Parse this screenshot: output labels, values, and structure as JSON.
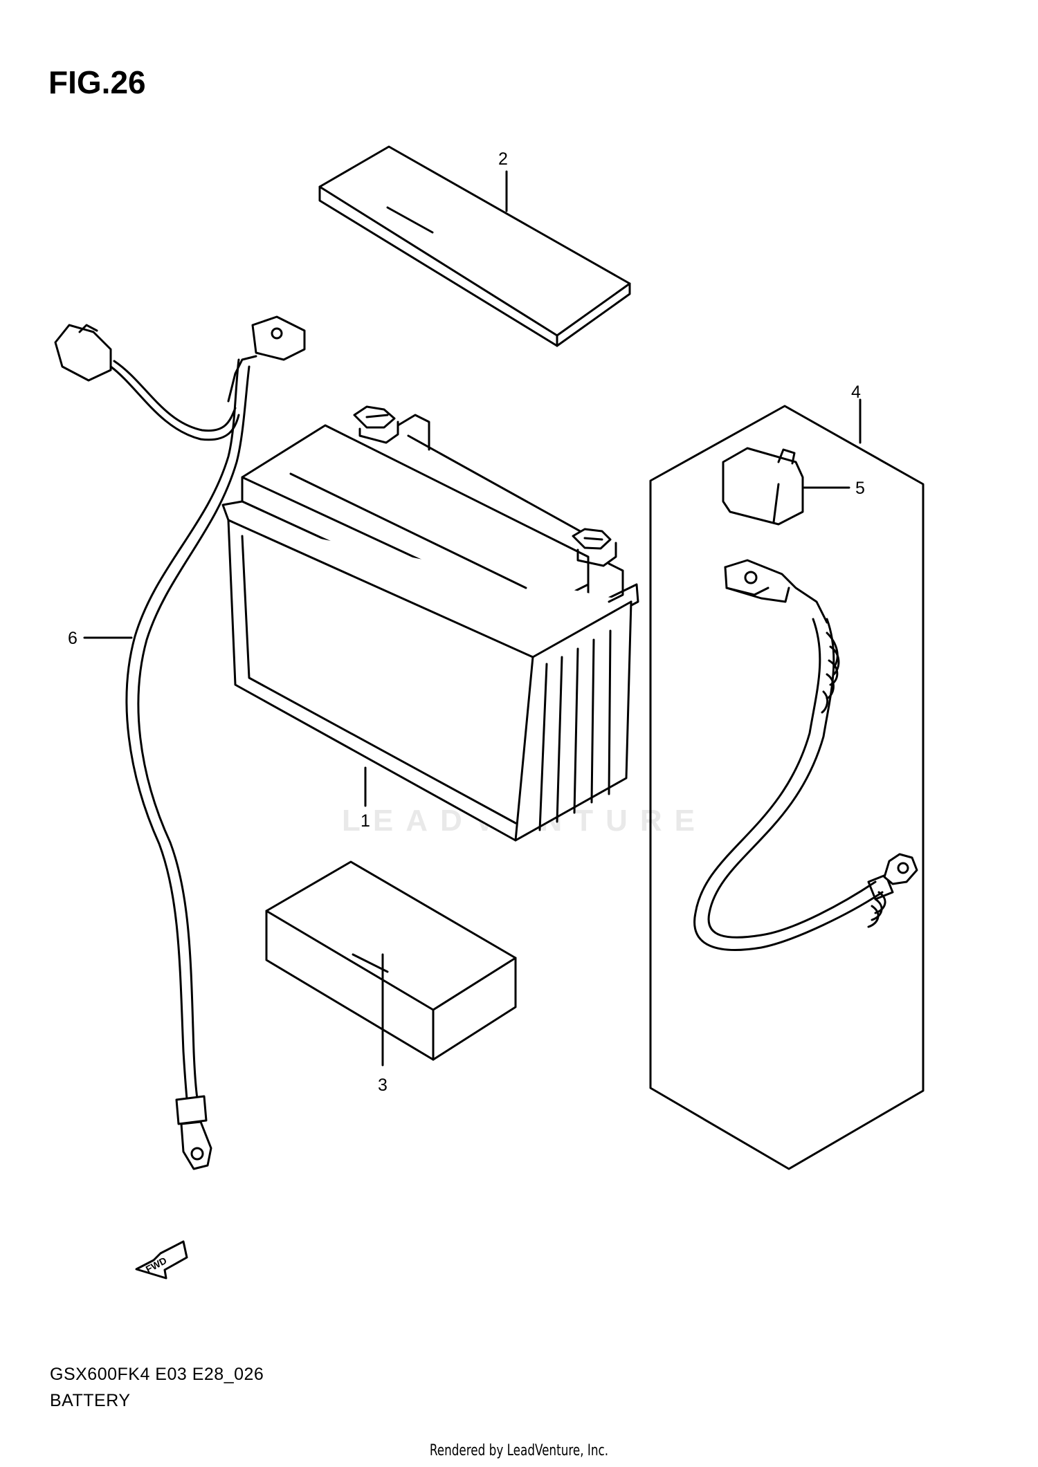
{
  "figure": {
    "title": "FIG.26"
  },
  "callouts": [
    {
      "label": "1",
      "part": "battery"
    },
    {
      "label": "2",
      "part": "spacer pad"
    },
    {
      "label": "3",
      "part": "block spacer"
    },
    {
      "label": "4",
      "part": "cable assembly"
    },
    {
      "label": "5",
      "part": "terminal cap"
    },
    {
      "label": "6",
      "part": "wire harness"
    }
  ],
  "fwd_indicator": "FWD",
  "watermark": "LEADVENTURE",
  "footer": {
    "model_code": "GSX600FK4 E03 E28_026",
    "section": "BATTERY",
    "rendered_by": "Rendered by LeadVenture, Inc."
  }
}
